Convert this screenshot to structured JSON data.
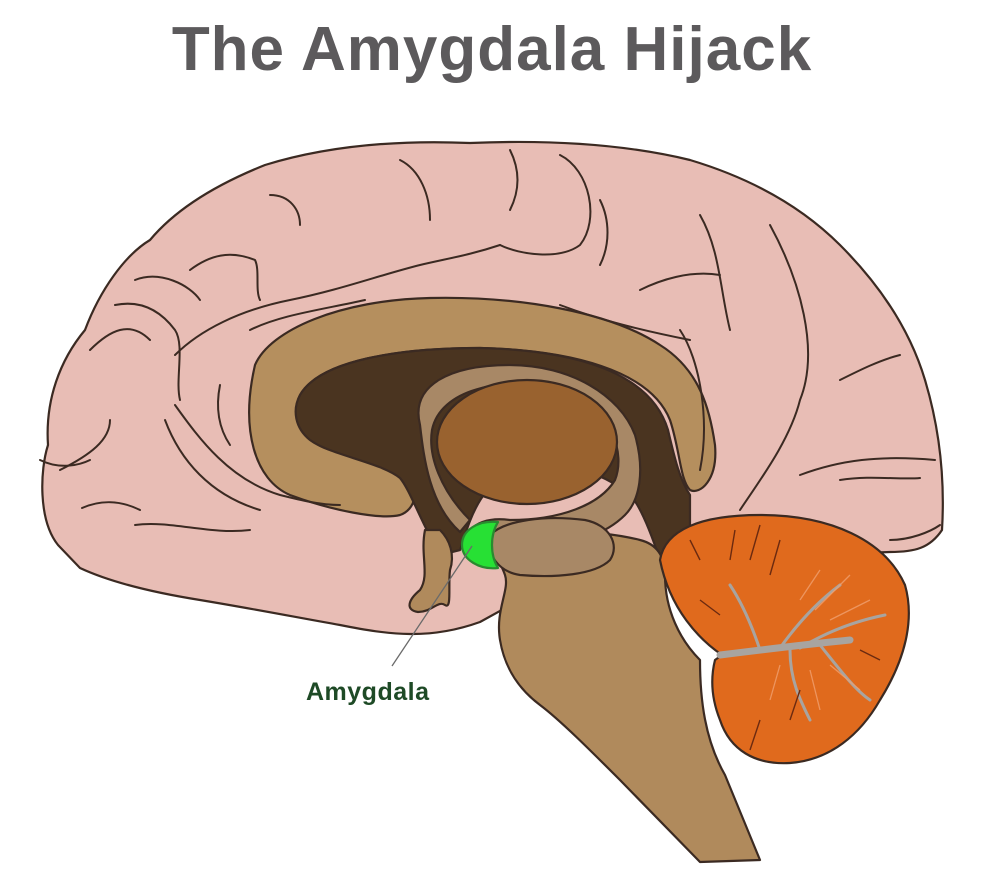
{
  "title": "The Amygdala Hijack",
  "diagram": {
    "subject": "sagittal section of human brain",
    "labels": [
      {
        "text": "Amygdala",
        "color": "#1e4a26",
        "points_to": "amygdala"
      }
    ],
    "regions": [
      {
        "name": "cerebral-cortex",
        "color": "#e8bdb5"
      },
      {
        "name": "corpus-callosum",
        "color": "#b58f5e"
      },
      {
        "name": "lateral-ventricle",
        "color": "#4a3420"
      },
      {
        "name": "thalamus",
        "color": "#99622f"
      },
      {
        "name": "fornix",
        "color": "#a88866"
      },
      {
        "name": "amygdala",
        "color": "#27e034"
      },
      {
        "name": "brainstem",
        "color": "#b08a5c"
      },
      {
        "name": "cerebellum",
        "color": "#e06a1d"
      },
      {
        "name": "arbor-vitae",
        "color": "#a8a4a0"
      }
    ]
  }
}
